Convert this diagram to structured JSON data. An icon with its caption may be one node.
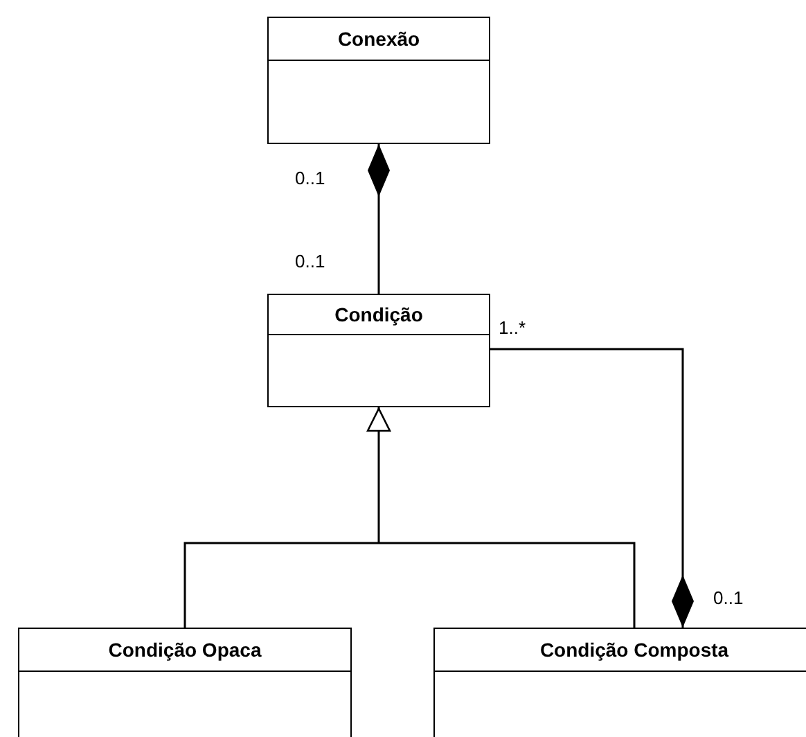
{
  "diagram": {
    "nodes": [
      {
        "text": [
          "Conexão"
        ]
      },
      {
        "text": [
          "Condição"
        ]
      },
      {
        "text": [
          "Condição Opaca"
        ]
      },
      {
        "text": [
          "Condição Composta"
        ]
      }
    ],
    "edges": [
      {
        "from": 1,
        "to": 0,
        "arrow": "other"
      },
      {
        "from": 2,
        "to": 1,
        "arrow": "to"
      },
      {
        "from": 3,
        "to": 1,
        "arrow": "to"
      },
      {
        "from": 1,
        "to": 3,
        "arrow": "other"
      }
    ],
    "labels": [
      "0..1",
      "0..1",
      "1..*",
      "0..1"
    ]
  }
}
